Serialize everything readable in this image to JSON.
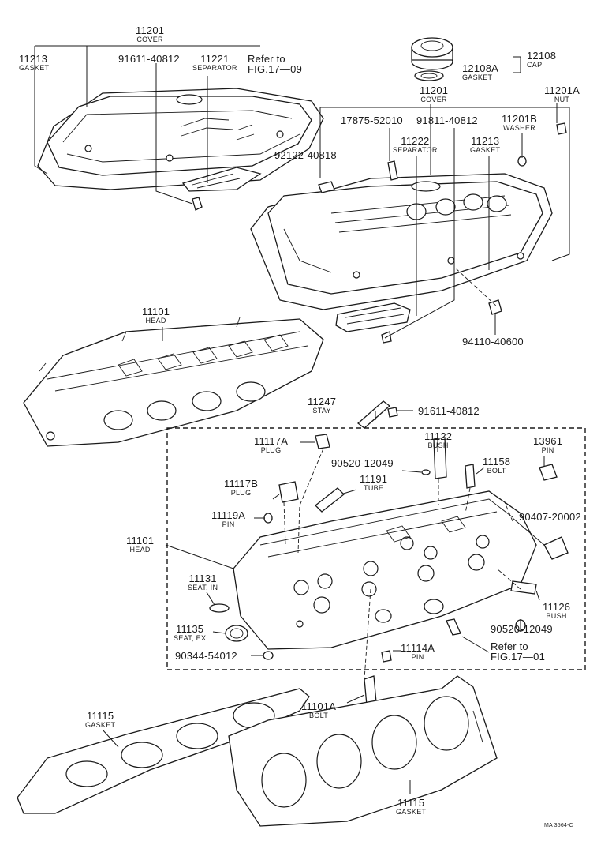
{
  "diagram_code": "MA 3564-C",
  "colors": {
    "ink": "#1a1a1a",
    "paper": "#ffffff"
  },
  "parts": [
    {
      "key": "p11201_l",
      "number": "11201",
      "name": "COVER"
    },
    {
      "key": "p11213_l",
      "number": "11213",
      "name": "GASKET"
    },
    {
      "key": "p91611_l",
      "number": "91611-40812",
      "name": ""
    },
    {
      "key": "p11221",
      "number": "11221",
      "name": "SEPARATOR"
    },
    {
      "key": "ref1709",
      "number": "Refer to",
      "name": "FIG.17—09"
    },
    {
      "key": "p12108",
      "number": "12108",
      "name": "CAP"
    },
    {
      "key": "p12108a",
      "number": "12108A",
      "name": "GASKET"
    },
    {
      "key": "p11201_r",
      "number": "11201",
      "name": "COVER"
    },
    {
      "key": "p11201a",
      "number": "11201A",
      "name": "NUT"
    },
    {
      "key": "p17875",
      "number": "17875-52010",
      "name": ""
    },
    {
      "key": "p91811",
      "number": "91811-40812",
      "name": ""
    },
    {
      "key": "p11201b",
      "number": "11201B",
      "name": "WASHER"
    },
    {
      "key": "p11222",
      "number": "11222",
      "name": "SEPARATOR"
    },
    {
      "key": "p11213_r",
      "number": "11213",
      "name": "GASKET"
    },
    {
      "key": "p92122",
      "number": "92122-40818",
      "name": ""
    },
    {
      "key": "p94110",
      "number": "94110-40600",
      "name": ""
    },
    {
      "key": "p11101_l",
      "number": "11101",
      "name": "HEAD"
    },
    {
      "key": "p11247",
      "number": "11247",
      "name": "STAY"
    },
    {
      "key": "p91611_b",
      "number": "91611-40812",
      "name": ""
    },
    {
      "key": "p11117a",
      "number": "11117A",
      "name": "PLUG"
    },
    {
      "key": "p11122",
      "number": "11122",
      "name": "BUSH"
    },
    {
      "key": "p13961",
      "number": "13961",
      "name": "PIN"
    },
    {
      "key": "p90520_a",
      "number": "90520-12049",
      "name": ""
    },
    {
      "key": "p11158",
      "number": "11158",
      "name": "BOLT"
    },
    {
      "key": "p11117b",
      "number": "11117B",
      "name": "PLUG"
    },
    {
      "key": "p11191",
      "number": "11191",
      "name": "TUBE"
    },
    {
      "key": "p11119a",
      "number": "11119A",
      "name": "PIN"
    },
    {
      "key": "p90407",
      "number": "90407-20002",
      "name": ""
    },
    {
      "key": "p11101_r",
      "number": "11101",
      "name": "HEAD"
    },
    {
      "key": "p11131",
      "number": "11131",
      "name": "SEAT, IN"
    },
    {
      "key": "p11126",
      "number": "11126",
      "name": "BUSH"
    },
    {
      "key": "p11135",
      "number": "11135",
      "name": "SEAT, EX"
    },
    {
      "key": "p90520_b",
      "number": "90520-12049",
      "name": ""
    },
    {
      "key": "p11114a",
      "number": "11114A",
      "name": "PIN"
    },
    {
      "key": "ref1701",
      "number": "Refer to",
      "name": "FIG.17—01"
    },
    {
      "key": "p90344",
      "number": "90344-54012",
      "name": ""
    },
    {
      "key": "p11101a",
      "number": "11101A",
      "name": "BOLT"
    },
    {
      "key": "p11115_l",
      "number": "11115",
      "name": "GASKET"
    },
    {
      "key": "p11115_r",
      "number": "11115",
      "name": "GASKET"
    }
  ]
}
